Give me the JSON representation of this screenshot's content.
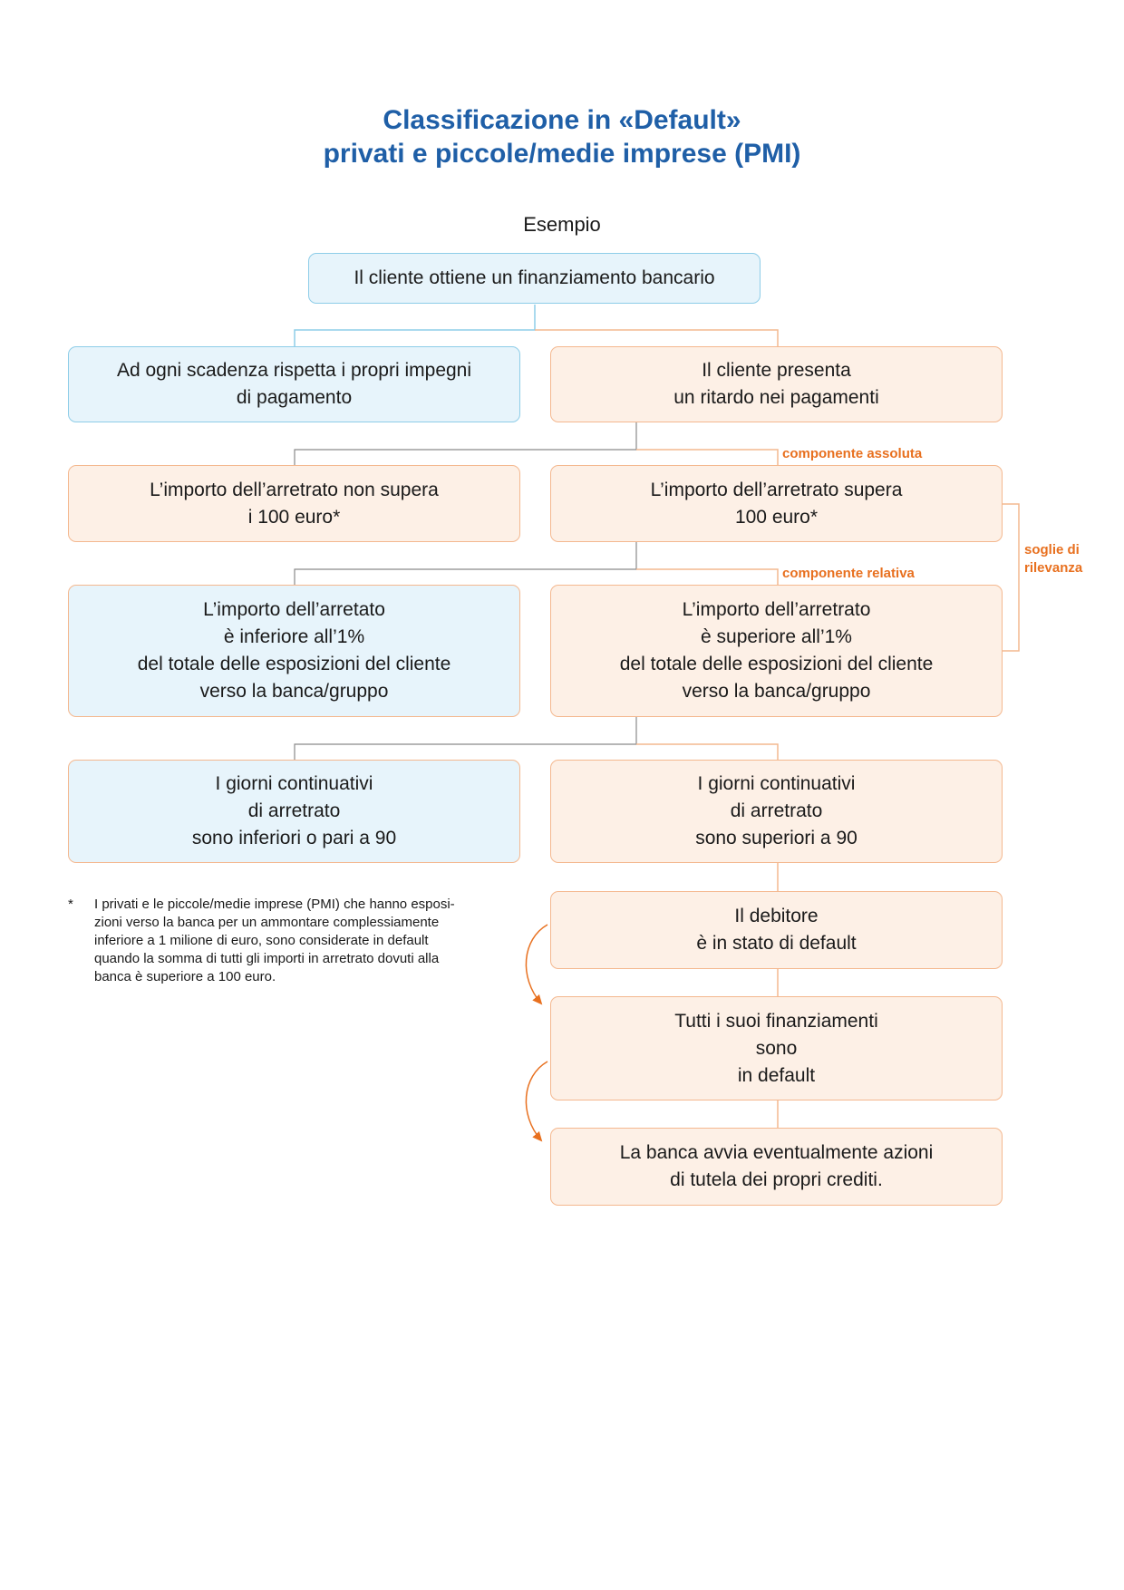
{
  "title": {
    "line1": "Classificazione in «Default»",
    "line2": "privati e piccole/medie imprese (PMI)"
  },
  "subtitle": "Esempio",
  "boxes": {
    "start": "Il cliente ottiene un finanziamento bancario",
    "pay_ok": "Ad ogni scadenza rispetta i propri impegni\ndi pagamento",
    "pay_late": "Il cliente presenta\nun ritardo nei pagamenti",
    "abs_below": "L’importo dell’arretrato non supera\ni 100 euro*",
    "abs_above": "L’importo dell’arretrato supera\n100 euro*",
    "rel_below": "L’importo dell’arretato\nè inferiore all’1%\ndel totale delle esposizioni del cliente\nverso la banca/gruppo",
    "rel_above": "L’importo dell’arretrato\nè superiore all’1%\ndel totale delle esposizioni del cliente\nverso la banca/gruppo",
    "days_below": "I giorni continuativi\ndi arretrato\nsono inferiori o pari a 90",
    "days_above": "I giorni continuativi\ndi arretrato\nsono superiori a 90",
    "default": "Il debitore\nè in stato di default",
    "all_default": "Tutti i suoi finanziamenti\nsono\nin default",
    "actions": "La banca avvia eventualmente azioni\ndi tutela dei propri crediti."
  },
  "tags": {
    "absolute": "componente assoluta",
    "relative": "componente relativa",
    "thresholds": "soglie di\nrilevanza"
  },
  "footnote": {
    "mark": "*",
    "text": "I privati e le piccole/medie imprese (PMI) che hanno esposi-\nzioni verso la banca per un ammontare complessiamente\ninferiore a 1 milione di euro, sono considerate in default\nquando la somma di tutti gli importi in arretrato dovuti alla\nbanca è superiore a 100 euro."
  },
  "colors": {
    "title": "#1f5fa7",
    "blue_fill": "#e7f4fb",
    "blue_border": "#8ecde8",
    "orange_fill": "#fdf0e6",
    "orange_border": "#f4b88f",
    "accent": "#e8701f",
    "connector_gray": "#8a8a8a"
  }
}
